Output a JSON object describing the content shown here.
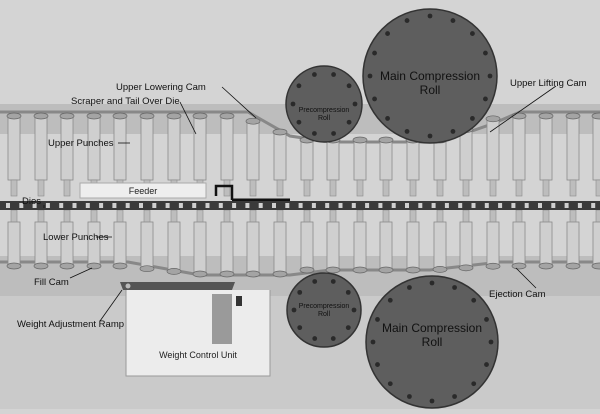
{
  "labels": {
    "upper_lowering_cam": "Upper  Lowering Cam",
    "scraper": "Scraper and Tail Over Die",
    "upper_lifting_cam": "Upper  Lifting Cam",
    "upper_punches": "Upper Punches",
    "feeder": "Feeder",
    "dies": "Dies",
    "lower_punches": "Lower Punches",
    "fill_cam": "Fill Cam",
    "ejection_cam": "Ejection Cam",
    "weight_adjustment_ramp": "Weight Adjustment Ramp",
    "weight_control_unit": "Weight Control Unit"
  },
  "rolls": {
    "main_upper": [
      "Main Compression",
      "Roll"
    ],
    "main_lower": [
      "Main Compression",
      "Roll"
    ],
    "pre_upper": [
      "Precompression",
      "Roll"
    ],
    "pre_lower": [
      "Precompression",
      "Roll"
    ]
  },
  "colors": {
    "background": "#d4d4d4",
    "roll_fill": "#5e5e5e",
    "punch_fill": "#cfcfcf",
    "die_fill": "#3a3a3a"
  }
}
